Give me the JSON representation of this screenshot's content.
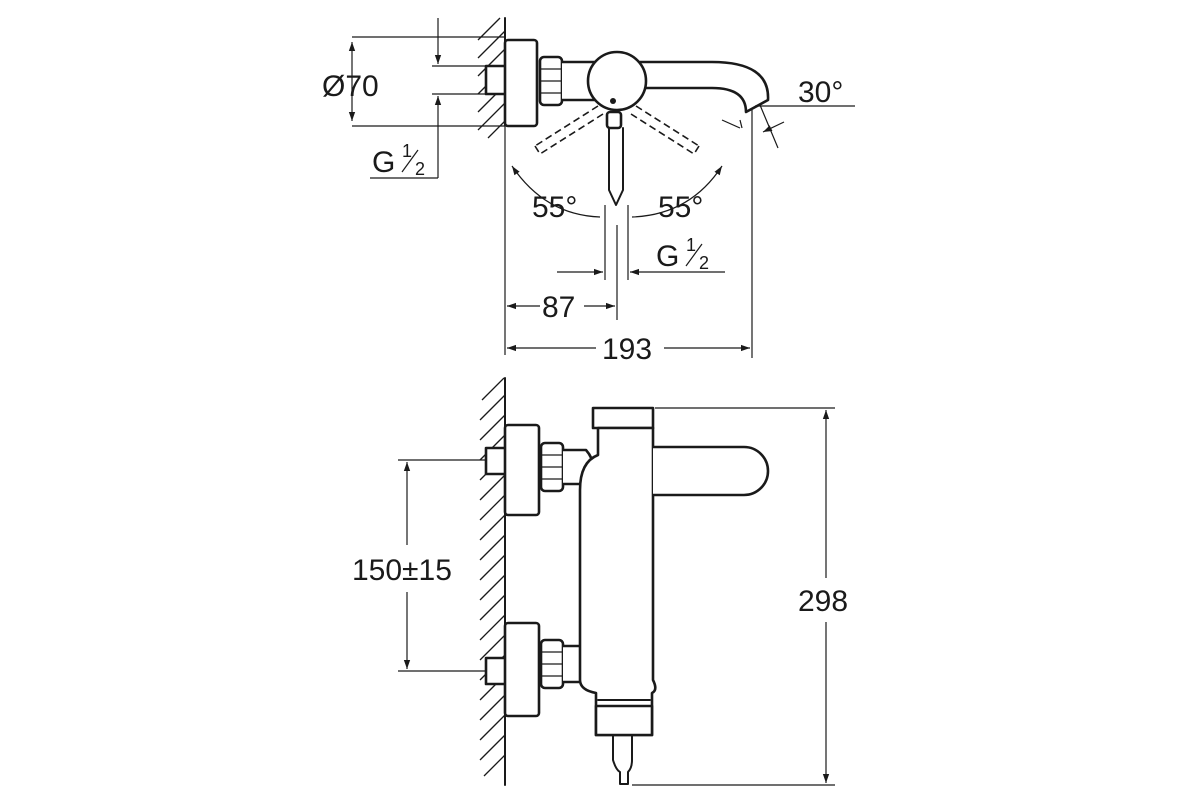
{
  "top_view": {
    "dim_diameter": "Ø70",
    "dim_thread_left": {
      "base": "G",
      "num": "1",
      "den": "2"
    },
    "dim_angle_spout": "30°",
    "dim_angle_left": "55°",
    "dim_angle_right": "55°",
    "dim_thread_bottom": {
      "base": "G",
      "num": "1",
      "den": "2"
    },
    "dim_offset": "87",
    "dim_projection": "193"
  },
  "front_view": {
    "dim_centers": "150±15",
    "dim_height": "298"
  }
}
